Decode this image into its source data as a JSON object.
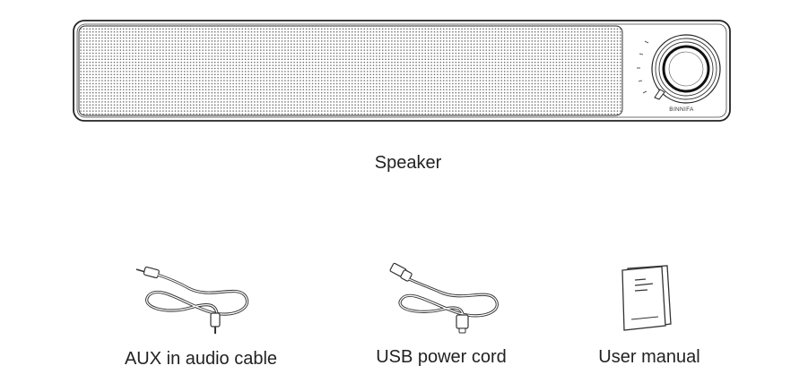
{
  "speaker": {
    "caption": "Speaker",
    "brand": "BINNIFA"
  },
  "items": [
    {
      "id": "aux",
      "caption": "AUX in audio cable",
      "icon": "aux-cable-icon"
    },
    {
      "id": "usb",
      "caption": "USB power cord",
      "icon": "usb-cable-icon"
    },
    {
      "id": "manual",
      "caption": "User manual",
      "icon": "manual-booklet-icon"
    }
  ]
}
